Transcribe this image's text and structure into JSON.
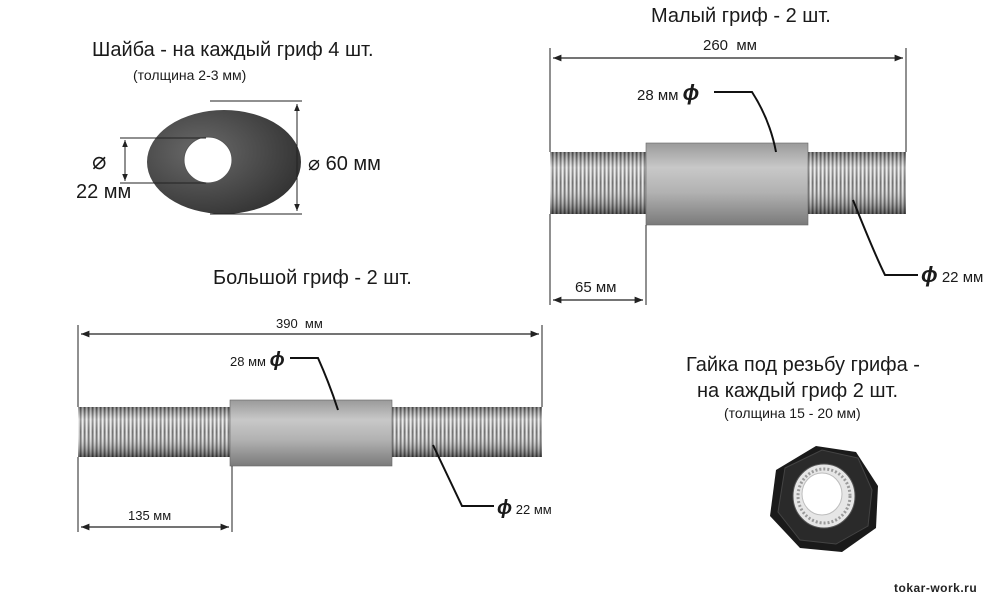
{
  "washer": {
    "title": "Шайба - на каждый гриф 4 шт.",
    "subtitle": "(толщина 2-3 мм)",
    "inner_diameter_symbol": "⌀",
    "inner_diameter_label": "22 мм",
    "outer_diameter_label": "⌀ 60 мм"
  },
  "small_bar": {
    "title": "Малый гриф - 2 шт.",
    "length_label": "260  мм",
    "sleeve_diameter_label": "28 мм",
    "thread_length_label": "65 мм",
    "thread_diameter_label": "22 мм",
    "diameter_symbol": "ϕ"
  },
  "large_bar": {
    "title": "Большой гриф - 2 шт.",
    "length_label": "390  мм",
    "sleeve_diameter_label": "28 мм",
    "thread_length_label": "135 мм",
    "thread_diameter_label": "22 мм",
    "diameter_symbol": "ϕ"
  },
  "nut": {
    "title_line1": "Гайка под резьбу грифа -",
    "title_line2": "на каждый гриф 2 шт.",
    "subtitle": "(толщина 15 - 20 мм)"
  },
  "watermark": "tokar-work.ru"
}
